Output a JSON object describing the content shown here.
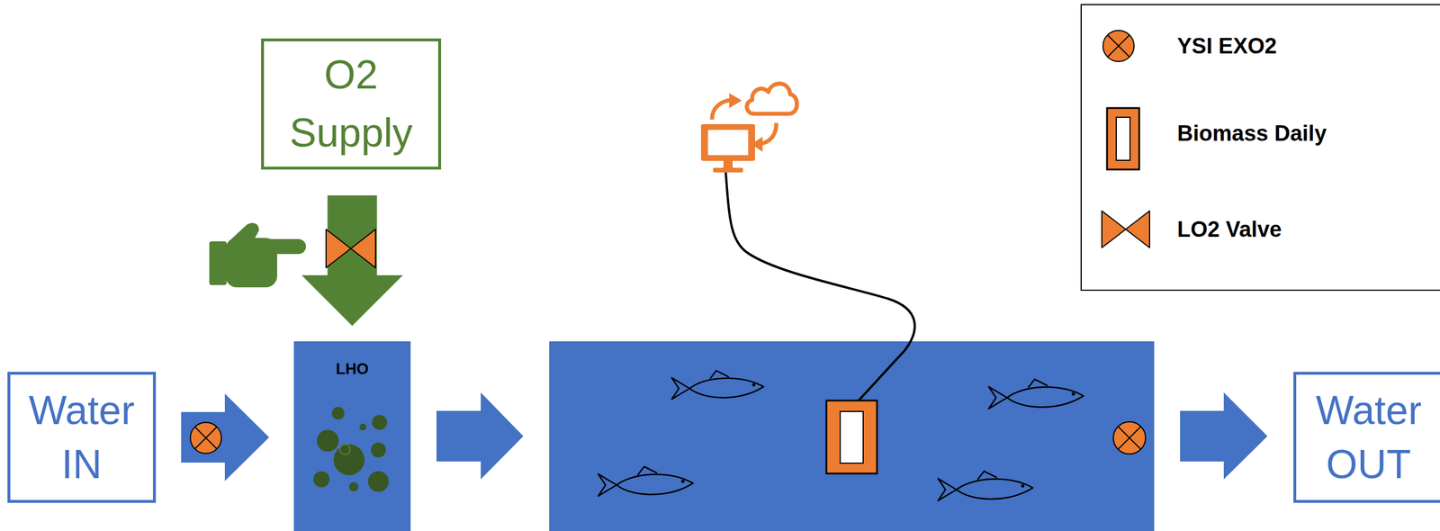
{
  "diagram": {
    "nodes": [
      {
        "text": [
          "O2 Supply"
        ]
      },
      {
        "text": [
          "Water IN"
        ]
      },
      {
        "text": [
          "LHO"
        ]
      },
      {
        "text": [
          "Water OUT"
        ]
      }
    ],
    "edges": [
      {
        "from": 1,
        "to": 2,
        "arrow": "to"
      },
      {
        "from": 0,
        "to": 2,
        "arrow": "to"
      }
    ],
    "legend": [
      {
        "text": "YSI EXO2"
      },
      {
        "text": "Biomass Daily"
      },
      {
        "text": "LO2 Valve"
      }
    ]
  }
}
